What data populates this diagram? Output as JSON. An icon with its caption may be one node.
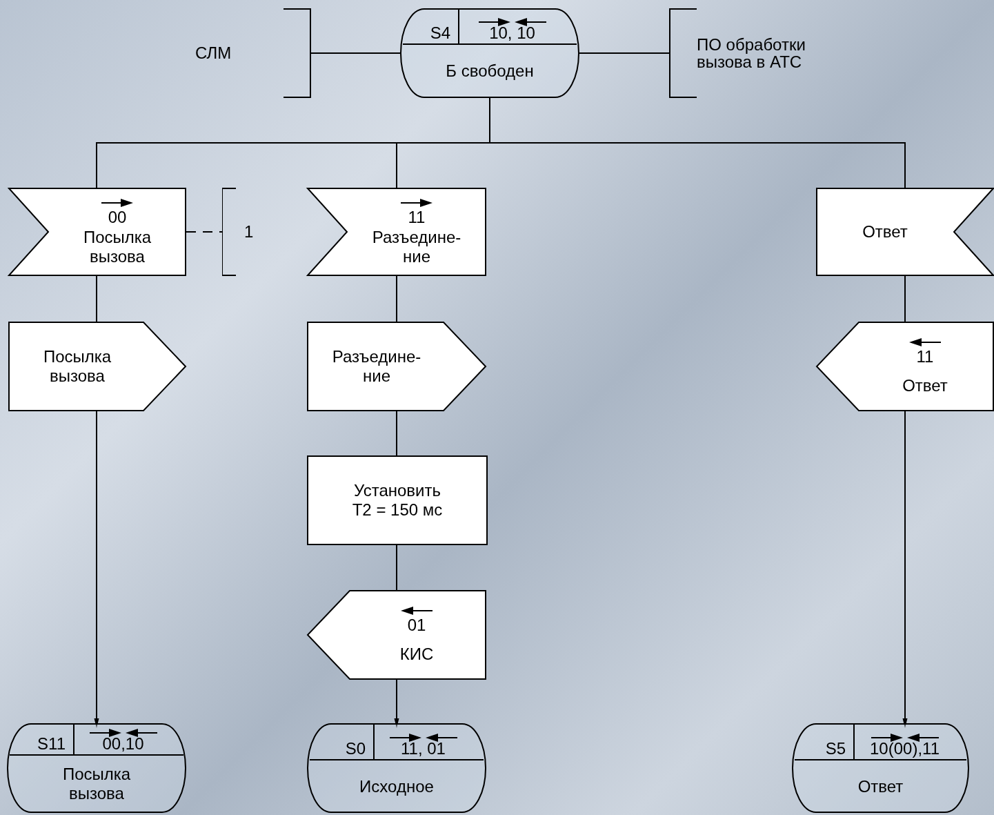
{
  "diagram": {
    "nodes": [
      {
        "text": [
          "S4",
          "10, 10",
          "Б свободен"
        ]
      },
      {
        "text": [
          "СЛМ"
        ]
      },
      {
        "text": [
          "ПО обработки вызова в АТС"
        ]
      },
      {
        "text": [
          "00",
          "Посылка вызова"
        ]
      },
      {
        "text": [
          "1"
        ]
      },
      {
        "text": [
          "11",
          "Разъедине- ние"
        ]
      },
      {
        "text": [
          "Ответ"
        ]
      },
      {
        "text": [
          "Посылка вызова"
        ]
      },
      {
        "text": [
          "Разъедине- ние"
        ]
      },
      {
        "text": [
          "11",
          "Ответ"
        ]
      },
      {
        "text": [
          "Установить T2 = 150 мс"
        ]
      },
      {
        "text": [
          "01",
          "КИС"
        ]
      },
      {
        "text": [
          "S11",
          "00,10",
          "Посылка вызова"
        ]
      },
      {
        "text": [
          "S0",
          "11, 01",
          "Исходное"
        ]
      },
      {
        "text": [
          "S5",
          "10(00),11",
          "Ответ"
        ]
      }
    ],
    "edges": [
      {
        "from": 1,
        "to": 0,
        "arrow": "none"
      },
      {
        "from": 0,
        "to": 2,
        "arrow": "none"
      },
      {
        "from": 0,
        "to": 3,
        "arrow": "none"
      },
      {
        "from": 0,
        "to": 5,
        "arrow": "none"
      },
      {
        "from": 0,
        "to": 6,
        "arrow": "none"
      },
      {
        "from": 3,
        "to": 4,
        "arrow": "none",
        "style": "dashed"
      },
      {
        "from": 3,
        "to": 7,
        "arrow": "none"
      },
      {
        "from": 7,
        "to": 12,
        "arrow": "to"
      },
      {
        "from": 5,
        "to": 8,
        "arrow": "none"
      },
      {
        "from": 8,
        "to": 10,
        "arrow": "none"
      },
      {
        "from": 10,
        "to": 11,
        "arrow": "none"
      },
      {
        "from": 11,
        "to": 13,
        "arrow": "to"
      },
      {
        "from": 6,
        "to": 9,
        "arrow": "none"
      },
      {
        "from": 9,
        "to": 14,
        "arrow": "to"
      }
    ]
  }
}
